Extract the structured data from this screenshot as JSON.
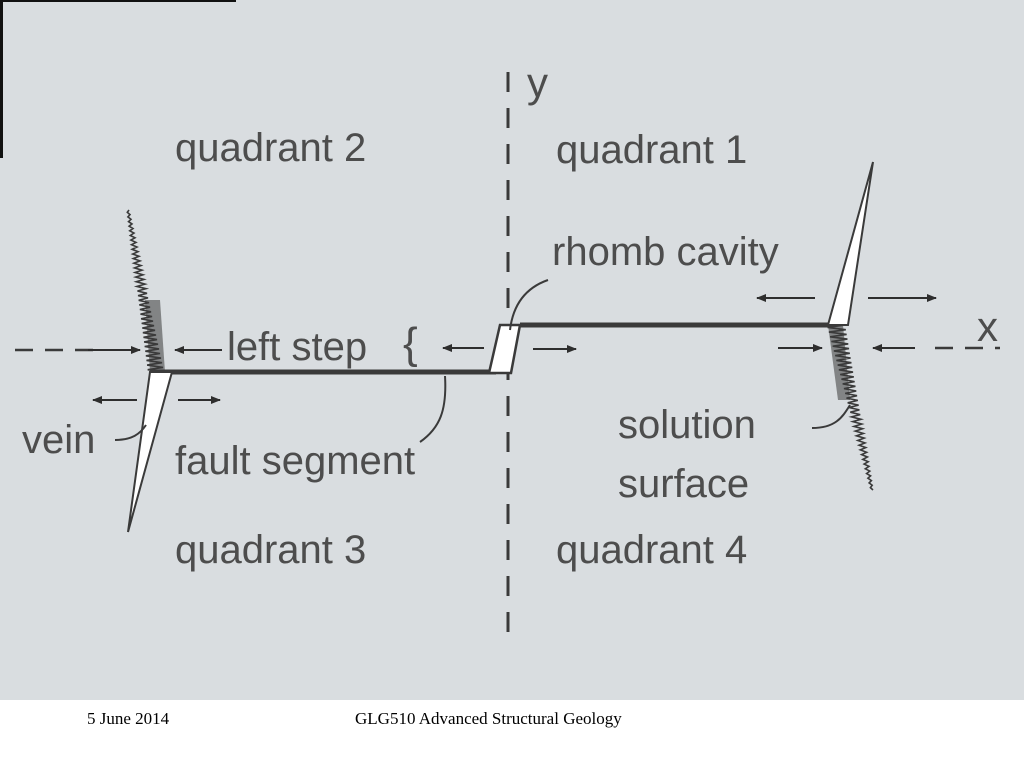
{
  "labels": {
    "quadrant_1": "quadrant  1",
    "quadrant_2": "quadrant  2",
    "quadrant_3": "quadrant 3",
    "quadrant_4": "quadrant 4",
    "rhomb_cavity": "rhomb cavity",
    "left_step": "left step",
    "brace": "{",
    "vein": "vein",
    "fault_segment": "fault segment",
    "solution": "solution",
    "surface": "surface",
    "axis_x": "x",
    "axis_y": "y"
  },
  "footer": {
    "date": "5 June 2014",
    "course": "GLG510 Advanced Structural Geology"
  },
  "colors": {
    "background": "#d9dde0",
    "line": "#3a3a3a",
    "text": "#4d4d4d"
  }
}
